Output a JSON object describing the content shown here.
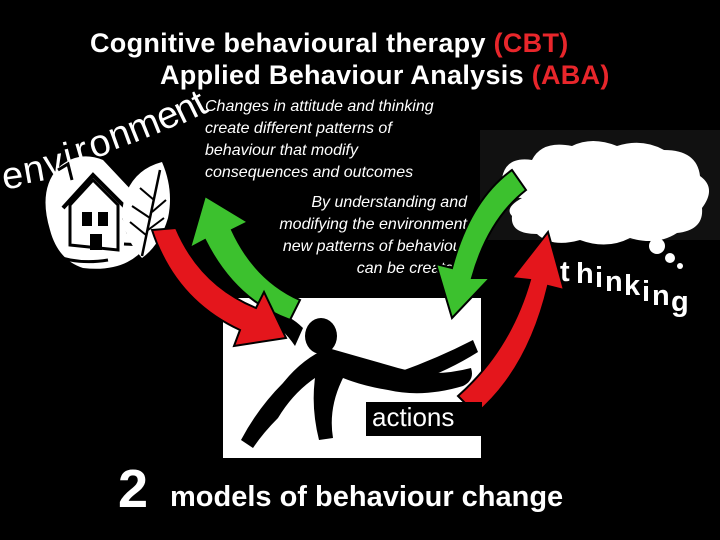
{
  "title_line1": {
    "prefix": "Cognitive behavioural therapy ",
    "accent": "(CBT)"
  },
  "title_line2": {
    "prefix": "Applied Behaviour Analysis ",
    "accent": "(ABA)"
  },
  "environment_label": [
    "e",
    "n",
    "v",
    "i",
    "r",
    "o",
    "n",
    "m",
    "e",
    "n",
    "t"
  ],
  "description_cbt": [
    "Changes in attitude and thinking",
    "create different patterns of",
    "behaviour that modify",
    "consequences and outcomes"
  ],
  "description_aba": [
    "By understanding and",
    "modifying the environment",
    "new patterns of behaviour",
    "can be created."
  ],
  "thinking_label": [
    "t",
    "h",
    "i",
    "n",
    "k",
    "i",
    "n",
    "g"
  ],
  "actions_label": "actions",
  "footer": {
    "number": "2",
    "text": "models of behaviour change"
  },
  "colors": {
    "accent_red": "#e8262b",
    "arrow_green": "#3cc12e",
    "arrow_red": "#e4161c",
    "background": "#000000"
  },
  "icons": [
    "house-icon",
    "leaf-icon",
    "thought-cloud-icon",
    "falling-person-icon"
  ]
}
